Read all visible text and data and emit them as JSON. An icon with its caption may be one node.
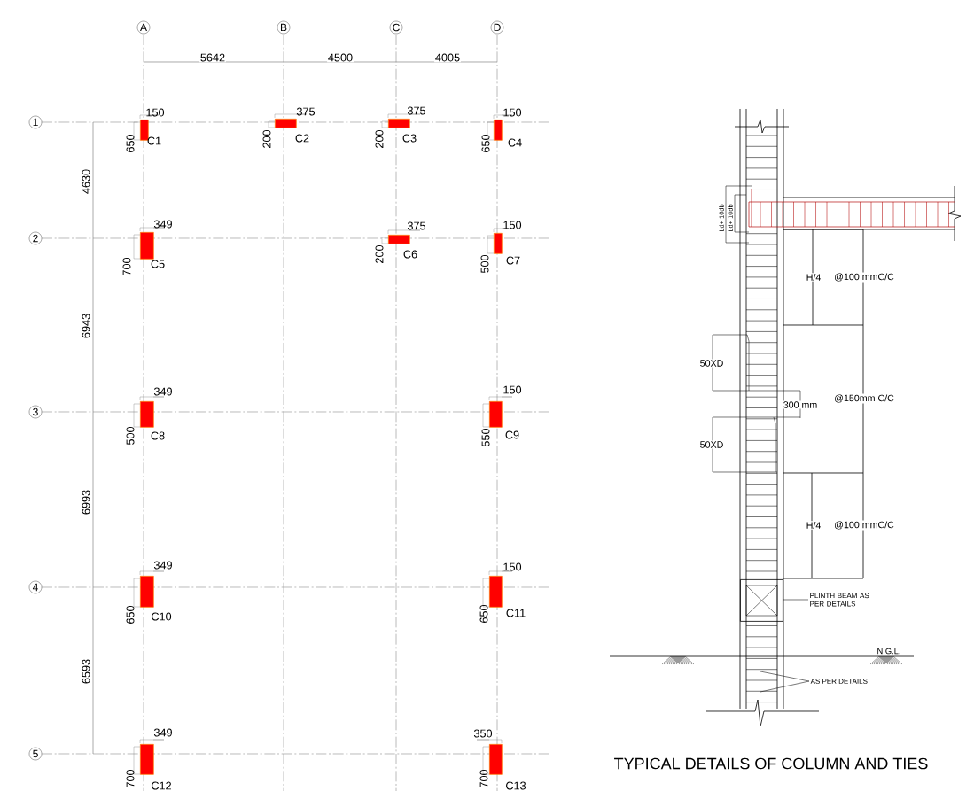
{
  "diagram": {
    "caption": "TYPICAL DETAILS OF COLUMN AND TIES",
    "nodes": [
      {
        "text": [
          "A"
        ]
      },
      {
        "text": [
          "B"
        ]
      },
      {
        "text": [
          "C"
        ]
      },
      {
        "text": [
          "D"
        ]
      },
      {
        "text": [
          "1"
        ]
      },
      {
        "text": [
          "2"
        ]
      },
      {
        "text": [
          "3"
        ]
      },
      {
        "text": [
          "4"
        ]
      },
      {
        "text": [
          "5"
        ]
      },
      {
        "text": [
          "PLINTH BEAM AS PER DETAILS"
        ]
      },
      {
        "text": [],
        "shape": "box"
      },
      {
        "text": [
          "AS PER DETAILS"
        ]
      },
      {
        "text": [],
        "shape": "box",
        "beside": [
          "150",
          "650",
          "C1"
        ]
      },
      {
        "text": [],
        "shape": "box",
        "beside": [
          "375",
          "200",
          "C2"
        ]
      },
      {
        "text": [],
        "shape": "box",
        "beside": [
          "375",
          "200",
          "C3"
        ]
      },
      {
        "text": [],
        "shape": "box",
        "beside": [
          "150",
          "650",
          "C4"
        ]
      },
      {
        "text": [],
        "shape": "box",
        "beside": [
          "349",
          "700",
          "C5"
        ]
      },
      {
        "text": [],
        "shape": "box",
        "beside": [
          "375",
          "200",
          "C6"
        ]
      },
      {
        "text": [],
        "shape": "box",
        "beside": [
          "150",
          "500",
          "C7"
        ]
      },
      {
        "text": [],
        "shape": "box",
        "beside": [
          "349",
          "500",
          "C8"
        ]
      },
      {
        "text": [],
        "shape": "box",
        "beside": [
          "150",
          "550",
          "C9"
        ]
      },
      {
        "text": [],
        "shape": "box",
        "beside": [
          "349",
          "650",
          "C10"
        ]
      },
      {
        "text": [],
        "shape": "box",
        "beside": [
          "150",
          "650",
          "C11"
        ]
      },
      {
        "text": [],
        "shape": "box",
        "beside": [
          "349",
          "700",
          "C12"
        ]
      },
      {
        "text": [],
        "shape": "box",
        "beside": [
          "350",
          "700",
          "C13"
        ]
      }
    ],
    "edges": [
      {
        "from": 9,
        "to": 10,
        "arrow": "none"
      },
      {
        "from": 11,
        "to": null,
        "arrow": "none"
      },
      {
        "from": 11,
        "to": null,
        "arrow": "none"
      }
    ],
    "labels": [
      "5642",
      "4500",
      "4005",
      "4630",
      "6943",
      "6993",
      "6593",
      "Ld+ 10db",
      "Ld+ 10db",
      "H/4",
      "@100 mmC/C",
      "50XD",
      "300 mm",
      "@150mm C/C",
      "50XD",
      "H/4",
      "@100 mmC/C",
      "N.G.L."
    ]
  }
}
